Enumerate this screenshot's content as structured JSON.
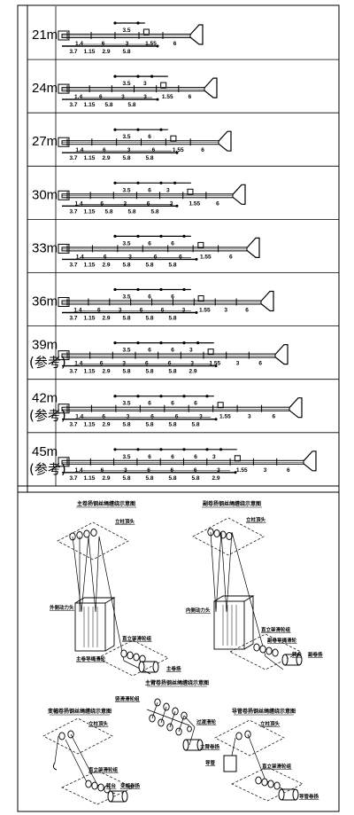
{
  "config_table": {
    "rows": [
      {
        "label": "21m",
        "note": "",
        "top": [
          "3.5"
        ],
        "mid": [
          "1.4",
          "6",
          "3",
          "1.55",
          "6"
        ],
        "bot": [
          "3.7",
          "1.15",
          "2.9",
          "5.8"
        ]
      },
      {
        "label": "24m",
        "note": "",
        "top": [
          "3.5",
          "3"
        ],
        "mid": [
          "1.4",
          "6",
          "3",
          "3",
          "1.55",
          "6"
        ],
        "bot": [
          "3.7",
          "1.15",
          "5.8",
          "5.8"
        ]
      },
      {
        "label": "27m",
        "note": "",
        "top": [
          "3.5",
          "6"
        ],
        "mid": [
          "1.4",
          "6",
          "3",
          "6",
          "1.55",
          "6"
        ],
        "bot": [
          "3.7",
          "1.15",
          "2.9",
          "5.8",
          "5.8"
        ]
      },
      {
        "label": "30m",
        "note": "",
        "top": [
          "3.5",
          "6",
          "3"
        ],
        "mid": [
          "1.4",
          "6",
          "3",
          "6",
          "3",
          "1.55",
          "6"
        ],
        "bot": [
          "3.7",
          "1.15",
          "5.8",
          "5.8",
          "5.8"
        ]
      },
      {
        "label": "33m",
        "note": "",
        "top": [
          "3.5",
          "6",
          "6"
        ],
        "mid": [
          "1.4",
          "6",
          "3",
          "6",
          "6",
          "1.55",
          "6"
        ],
        "bot": [
          "3.7",
          "1.15",
          "2.9",
          "5.8",
          "5.8",
          "5.8"
        ]
      },
      {
        "label": "36m",
        "note": "",
        "top": [
          "3.5",
          "6",
          "6"
        ],
        "mid": [
          "1.4",
          "6",
          "3",
          "6",
          "6",
          "3",
          "1.55",
          "3",
          "6"
        ],
        "bot": [
          "3.7",
          "1.15",
          "2.9",
          "5.8",
          "5.8",
          "5.8"
        ]
      },
      {
        "label": "39m",
        "note": "(参考)",
        "top": [
          "3.5",
          "6",
          "6",
          "3"
        ],
        "mid": [
          "1.4",
          "6",
          "3",
          "6",
          "6",
          "3",
          "1.55",
          "3",
          "6"
        ],
        "bot": [
          "3.7",
          "1.15",
          "2.9",
          "5.8",
          "5.8",
          "5.8",
          "2.9"
        ]
      },
      {
        "label": "42m",
        "note": "(参考)",
        "top": [
          "3.5",
          "6",
          "6",
          "6"
        ],
        "mid": [
          "1.4",
          "6",
          "3",
          "6",
          "6",
          "3",
          "1.55",
          "3",
          "6"
        ],
        "bot": [
          "3.7",
          "1.15",
          "2.9",
          "5.8",
          "5.8",
          "5.8",
          "5.8"
        ]
      },
      {
        "label": "45m",
        "note": "(参考)",
        "top": [
          "3.5",
          "6",
          "6",
          "6",
          "3"
        ],
        "mid": [
          "1.4",
          "6",
          "3",
          "6",
          "6",
          "6",
          "3",
          "1.55",
          "3",
          "6"
        ],
        "bot": [
          "3.7",
          "1.15",
          "2.9",
          "5.8",
          "5.8",
          "5.8",
          "5.8",
          "2.9"
        ]
      }
    ]
  },
  "diagrams": {
    "titles": {
      "main_hoist": "主卷扬钢丝绳缠绕示意图",
      "aux_hoist": "副卷扬钢丝绳缠绕示意图",
      "boom_hoist": "主臂卷扬钢丝绳缠绕示意图",
      "luffing_hoist": "变幅卷扬钢丝绳缠绕示意图",
      "guide_hoist": "导管卷扬钢丝绳缠绕示意图"
    },
    "tags": {
      "main_column_head": "立柱頂头",
      "main_outer_pulley": "外侧动力头",
      "main_support_pulley": "直立架滑轮组",
      "main_hoist": "主卷扬",
      "main_guide_pulley": "主卷导绳滑轮",
      "aux_column_head": "立柱頂头",
      "aux_inner_pulley": "内侧动力头",
      "aux_support_pulley": "直立架滑轮组",
      "aux_guide_pulley": "副卷导绳滑轮",
      "aux_turntable": "转台",
      "aux_hoist": "副卷扬",
      "boom_pulley": "竖滑滑轮组",
      "boom_transition": "过渡滑轮",
      "boom_hoist": "主臂卷扬",
      "luff_column_head": "立柱頂头",
      "luff_support_pulley": "直立架滑轮组",
      "luff_turntable": "转台",
      "luff_hoist": "变幅卷扬",
      "guide_column_head": "立柱頂头",
      "guide_tube": "导管",
      "guide_support_pulley": "直立架滑轮组",
      "guide_hoist": "导管卷扬"
    }
  },
  "colors": {
    "line": "#000000",
    "background": "#ffffff"
  }
}
